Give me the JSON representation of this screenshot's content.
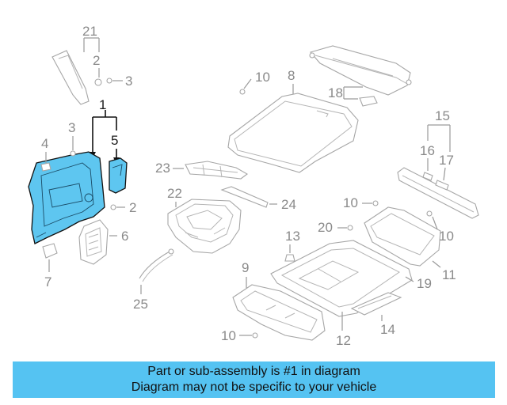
{
  "diagram": {
    "callouts": [
      "21",
      "2",
      "3",
      "1",
      "5",
      "3",
      "4",
      "2",
      "6",
      "7",
      "10",
      "8",
      "18",
      "15",
      "16",
      "17",
      "23",
      "22",
      "24",
      "10",
      "20",
      "10",
      "13",
      "11",
      "9",
      "19",
      "25",
      "10",
      "12",
      "14"
    ]
  },
  "banner": {
    "line1": "Part or sub-assembly is #1 in diagram",
    "line2": "Diagram may not be specific to your vehicle"
  },
  "colors": {
    "highlight": "#5ec6f0",
    "banner": "#55c3f2"
  }
}
